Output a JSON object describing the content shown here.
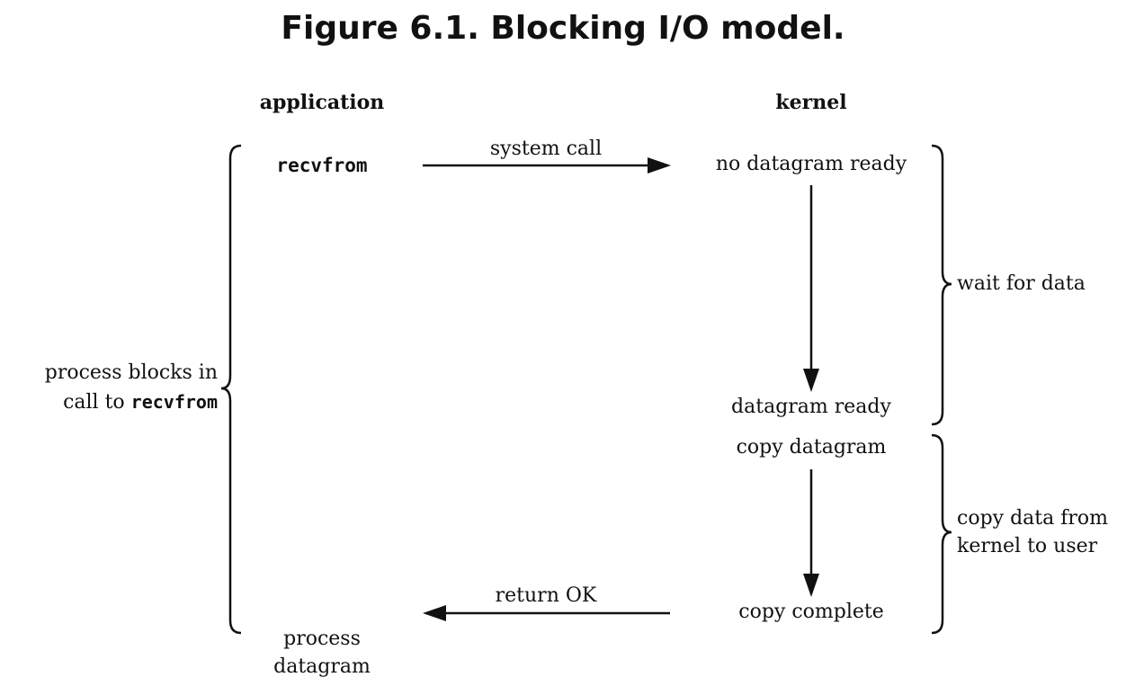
{
  "title": "Figure 6.1. Blocking I/O model.",
  "columns": {
    "application": "application",
    "kernel": "kernel"
  },
  "application": {
    "call": "recvfrom",
    "block_prefix": "process blocks in",
    "block_call_prefix": "call to ",
    "block_call": "recvfrom",
    "finish_line1": "process",
    "finish_line2": "datagram"
  },
  "kernel": {
    "no_data": "no datagram ready",
    "data_ready": "datagram ready",
    "copy": "copy datagram",
    "copy_complete": "copy complete"
  },
  "arrows": {
    "system_call": "system call",
    "return_ok": "return OK"
  },
  "phases": {
    "wait_for_data": "wait for data",
    "copy_line1": "copy data from",
    "copy_line2": "kernel to user"
  }
}
